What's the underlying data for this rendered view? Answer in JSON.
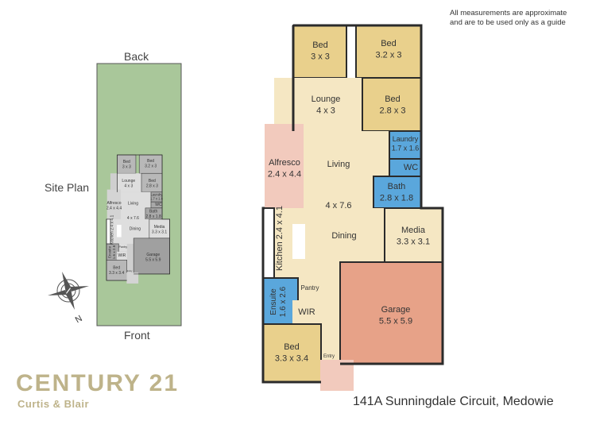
{
  "disclaimer": [
    "All measurements are approximate",
    "and are to be used only as a guide"
  ],
  "site_plan": {
    "title": "Site Plan",
    "back_label": "Back",
    "front_label": "Front",
    "compass_label": "N"
  },
  "address": "141A Sunningdale Circuit, Medowie",
  "logo": {
    "brand": "CENTURY 21",
    "office": "Curtis & Blair"
  },
  "colors": {
    "bedroom": "#e9d08c",
    "living": "#f5e7c3",
    "wet": "#5aa7dc",
    "outdoor": "#f2cabd",
    "garage": "#e7a288",
    "site": "#a9c79a",
    "wall": "#2b2b2b"
  },
  "rooms": [
    {
      "name": "Bed",
      "size": "3 x 3",
      "type": "bedroom"
    },
    {
      "name": "Bed",
      "size": "3.2 x 3",
      "type": "bedroom"
    },
    {
      "name": "Lounge",
      "size": "4 x 3",
      "type": "living"
    },
    {
      "name": "Bed",
      "size": "2.8 x 3",
      "type": "bedroom"
    },
    {
      "name": "Alfresco",
      "size": "2.4 x 4.4",
      "type": "outdoor"
    },
    {
      "name": "Living",
      "size": "",
      "type": "living"
    },
    {
      "name": "",
      "size": "4 x 7.6",
      "type": "living"
    },
    {
      "name": "Laundry",
      "size": "1.7 x 1.6",
      "type": "wet"
    },
    {
      "name": "WC",
      "size": "",
      "type": "wet"
    },
    {
      "name": "Bath",
      "size": "2.8 x 1.8",
      "type": "wet"
    },
    {
      "name": "Dining",
      "size": "",
      "type": "living"
    },
    {
      "name": "Kitchen",
      "size": "2.4 x 4.1",
      "type": "living"
    },
    {
      "name": "Media",
      "size": "3.3 x 3.1",
      "type": "living"
    },
    {
      "name": "Garage",
      "size": "5.5 x 5.9",
      "type": "garage"
    },
    {
      "name": "Ensuite",
      "size": "1.6 x 2.6",
      "type": "wet"
    },
    {
      "name": "Pantry",
      "size": "",
      "type": "living"
    },
    {
      "name": "WIR",
      "size": "",
      "type": "living"
    },
    {
      "name": "Bed",
      "size": "3.3 x 3.4",
      "type": "bedroom"
    },
    {
      "name": "Entry",
      "size": "",
      "type": "outdoor"
    }
  ]
}
